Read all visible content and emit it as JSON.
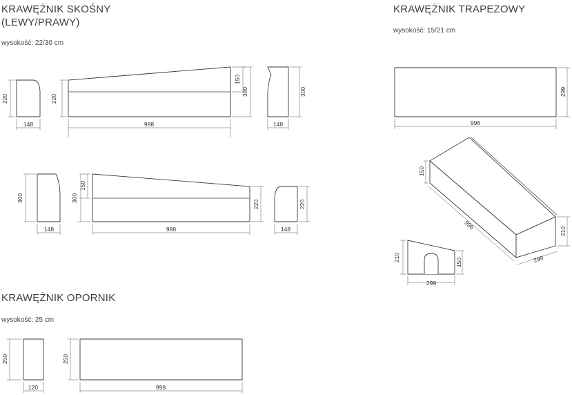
{
  "sections": {
    "skosny": {
      "title_line1": "KRAWĘŻNIK SKOŚNY",
      "title_line2": "(LEWY/PRAWY)",
      "height_label": "wysokość: 22/30 cm"
    },
    "trapezowy": {
      "title": "KRAWĘŻNIK TRAPEZOWY",
      "height_label": "wysokość: 15/21 cm"
    },
    "opornik": {
      "title": "KRAWĘŻNIK OPORNIK",
      "height_label": "wysokość: 25 cm"
    }
  },
  "dims": {
    "d220": "220",
    "d148": "148",
    "d998": "998",
    "d150": "150",
    "d300": "300",
    "d996": "996",
    "d299": "299",
    "d210": "210",
    "d250": "250",
    "d120": "120"
  }
}
